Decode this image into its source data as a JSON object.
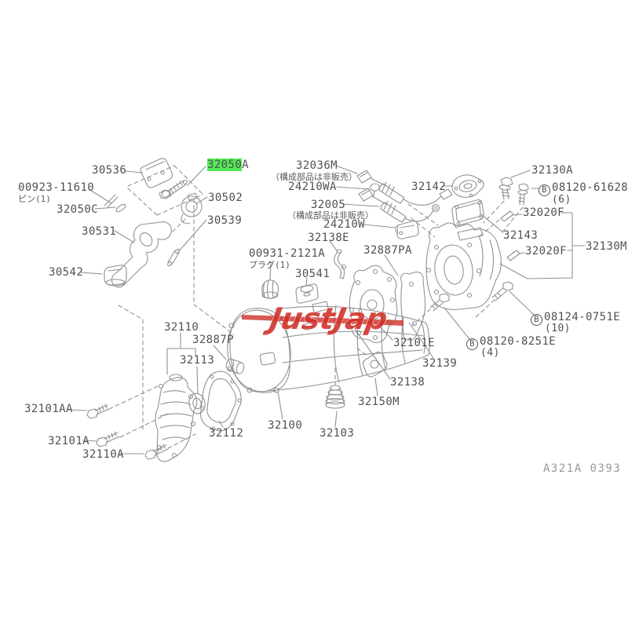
{
  "watermark": {
    "text": "JustJap",
    "color": "#cf2f28"
  },
  "diagram_code": "A321A 0393",
  "highlight": {
    "color": "#52e852",
    "highlighted_part": "32050"
  },
  "labels": {
    "p30536": {
      "text": "30536"
    },
    "p32050a": {
      "highlighted": "32050",
      "suffix": "A"
    },
    "p00923": {
      "text": "00923-11610",
      "note": "ピン(1)"
    },
    "p32050c": {
      "text": "32050C"
    },
    "p30502": {
      "text": "30502"
    },
    "p30539": {
      "text": "30539"
    },
    "p30531": {
      "text": "30531"
    },
    "p30542": {
      "text": "30542"
    },
    "p32036m": {
      "text": "32036M",
      "note": "（構成部品は非販売）"
    },
    "p24210wa": {
      "text": "24210WA"
    },
    "p32142": {
      "text": "32142"
    },
    "p32005": {
      "text": "32005",
      "note": "（構成部品は非販売）"
    },
    "p24210w": {
      "text": "24210W"
    },
    "p32138e": {
      "text": "32138E"
    },
    "p00931": {
      "text": "00931-2121A",
      "note": "プラグ(1)"
    },
    "p30541": {
      "text": "30541"
    },
    "p32887pa": {
      "text": "32887PA"
    },
    "p32130a": {
      "text": "32130A"
    },
    "p08120_61628": {
      "prefix": "B",
      "text": "08120-61628",
      "qty": "(6)"
    },
    "p32020f_upper": {
      "text": "32020F"
    },
    "p32143": {
      "text": "32143"
    },
    "p32020f_lower": {
      "text": "32020F"
    },
    "p32130m": {
      "text": "32130M"
    },
    "p08124_0751e": {
      "prefix": "B",
      "text": "08124-0751E",
      "qty": "(10)"
    },
    "p08120_8251e": {
      "prefix": "B",
      "text": "08120-8251E",
      "qty": "(4)"
    },
    "p32101e": {
      "text": "32101E"
    },
    "p32139": {
      "text": "32139"
    },
    "p32138": {
      "text": "32138"
    },
    "p32150m": {
      "text": "32150M"
    },
    "p32110": {
      "text": "32110"
    },
    "p32887p": {
      "text": "32887P"
    },
    "p32113": {
      "text": "32113"
    },
    "p32101aa": {
      "text": "32101AA"
    },
    "p32101a": {
      "text": "32101A"
    },
    "p32110a": {
      "text": "32110A"
    },
    "p32112": {
      "text": "32112"
    },
    "p32100": {
      "text": "32100"
    },
    "p32103": {
      "text": "32103"
    }
  }
}
